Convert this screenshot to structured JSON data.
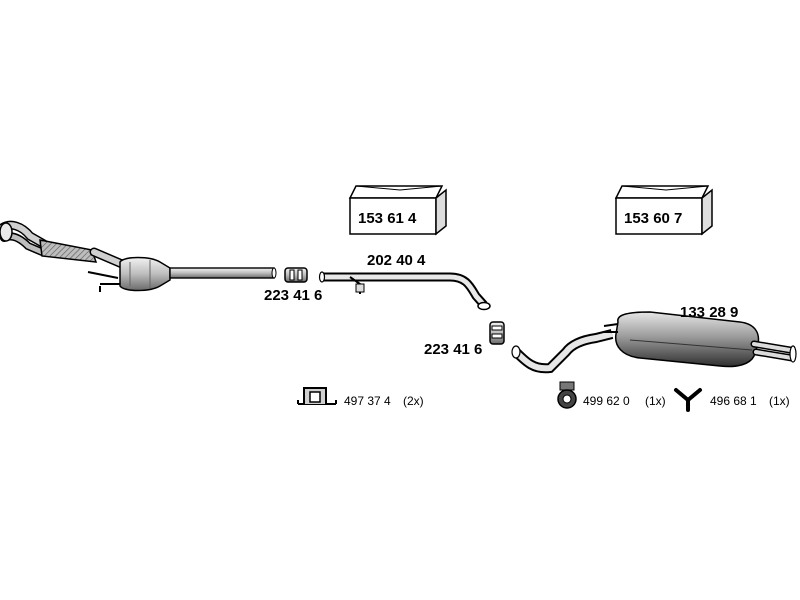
{
  "parts": {
    "box_left": "153 61 4",
    "box_right": "153 60 7",
    "pipe_label": "202 40 4",
    "clamp_1": "223 41 6",
    "clamp_2": "223 41 6",
    "muffler_label": "133 28 9"
  },
  "hardware": {
    "hanger_a_code": "497 37 4",
    "hanger_a_qty": "(2x)",
    "ring_code": "499 62 0",
    "ring_qty": "(1x)",
    "bracket_code": "496 68 1",
    "bracket_qty": "(1x)"
  },
  "colors": {
    "line": "#000000",
    "metal_light": "#d8d8d8",
    "metal_mid": "#a8a8a8",
    "metal_dark": "#555555"
  }
}
